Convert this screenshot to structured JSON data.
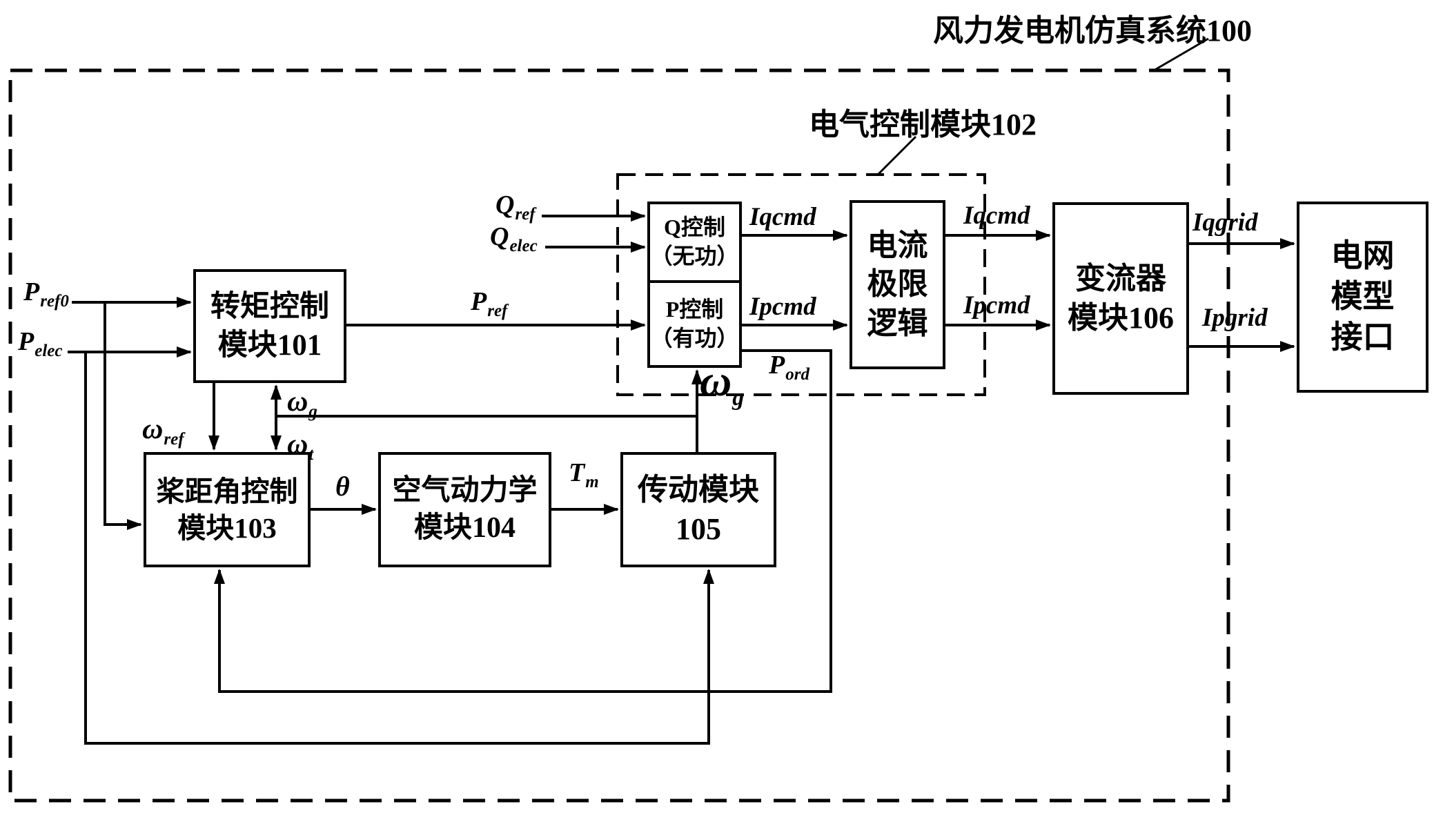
{
  "colors": {
    "background": "#ffffff",
    "ink": "#000000"
  },
  "title": "风力发电机仿真系统100",
  "electrical_module_label": "电气控制模块102",
  "boxes": {
    "torque": {
      "line1": "转矩控制",
      "line2": "模块101"
    },
    "qctrl": {
      "line1": "Q控制",
      "line2": "（无功）"
    },
    "pctrl": {
      "line1": "P控制",
      "line2": "（有功）"
    },
    "limit": {
      "line1": "电流",
      "line2": "极限",
      "line3": "逻辑"
    },
    "converter": {
      "line1": "变流器",
      "line2": "模块106"
    },
    "grid": {
      "line1": "电网",
      "line2": "模型",
      "line3": "接口"
    },
    "pitch": {
      "line1": "桨距角控制",
      "line2": "模块103"
    },
    "aero": {
      "line1": "空气动力学",
      "line2": "模块104"
    },
    "drive": {
      "line1": "传动模块",
      "line2": "105"
    }
  },
  "signals": {
    "pref0": {
      "base": "P",
      "sub": "ref0"
    },
    "pelec": {
      "base": "P",
      "sub": "elec"
    },
    "qref": {
      "base": "Q",
      "sub": "ref"
    },
    "qelec": {
      "base": "Q",
      "sub": "elec"
    },
    "pref": {
      "base": "P",
      "sub": "ref"
    },
    "iqcmd_1": {
      "base": "Iqcmd"
    },
    "ipcmd_1": {
      "base": "Ipcmd"
    },
    "iqcmd_2": {
      "base": "Iqcmd"
    },
    "ipcmd_2": {
      "base": "Ipcmd"
    },
    "iqgrid": {
      "base": "Iqgrid"
    },
    "ipgrid": {
      "base": "Ipgrid"
    },
    "omega_ref": {
      "base": "ω",
      "sub": "ref"
    },
    "omega_g": {
      "base": "ω",
      "sub": "g"
    },
    "omega_t": {
      "base": "ω",
      "sub": "t"
    },
    "omega_g_large": {
      "base": "ω",
      "sub": "g"
    },
    "theta": {
      "base": "θ"
    },
    "tm": {
      "base": "T",
      "sub": "m"
    },
    "pord": {
      "base": "P",
      "sub": "ord"
    }
  }
}
